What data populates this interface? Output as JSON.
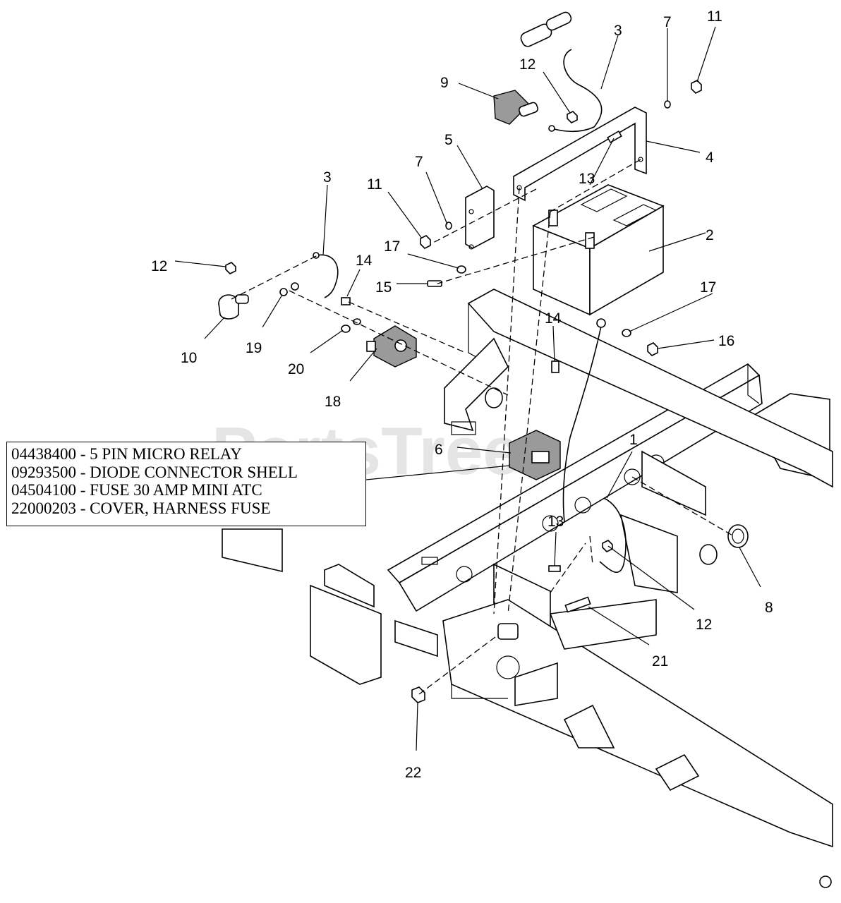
{
  "watermark": "PartsTree",
  "callouts": [
    {
      "id": "c1",
      "label": "1"
    },
    {
      "id": "c2",
      "label": "2"
    },
    {
      "id": "c3a",
      "label": "3"
    },
    {
      "id": "c3b",
      "label": "3"
    },
    {
      "id": "c4",
      "label": "4"
    },
    {
      "id": "c5",
      "label": "5"
    },
    {
      "id": "c6",
      "label": "6"
    },
    {
      "id": "c7a",
      "label": "7"
    },
    {
      "id": "c7b",
      "label": "7"
    },
    {
      "id": "c8",
      "label": "8"
    },
    {
      "id": "c9",
      "label": "9"
    },
    {
      "id": "c10",
      "label": "10"
    },
    {
      "id": "c11a",
      "label": "11"
    },
    {
      "id": "c11b",
      "label": "11"
    },
    {
      "id": "c12a",
      "label": "12"
    },
    {
      "id": "c12b",
      "label": "12"
    },
    {
      "id": "c12c",
      "label": "12"
    },
    {
      "id": "c13a",
      "label": "13"
    },
    {
      "id": "c13b",
      "label": "13"
    },
    {
      "id": "c14a",
      "label": "14"
    },
    {
      "id": "c14b",
      "label": "14"
    },
    {
      "id": "c15",
      "label": "15"
    },
    {
      "id": "c16",
      "label": "16"
    },
    {
      "id": "c17a",
      "label": "17"
    },
    {
      "id": "c17b",
      "label": "17"
    },
    {
      "id": "c18",
      "label": "18"
    },
    {
      "id": "c19",
      "label": "19"
    },
    {
      "id": "c20",
      "label": "20"
    },
    {
      "id": "c21",
      "label": "21"
    },
    {
      "id": "c22",
      "label": "22"
    }
  ],
  "parts_box": {
    "rows": [
      "04438400 - 5 PIN MICRO RELAY",
      "09293500 - DIODE CONNECTOR SHELL",
      "04504100 - FUSE 30 AMP MINI ATC",
      "22000203 - COVER, HARNESS FUSE"
    ]
  }
}
